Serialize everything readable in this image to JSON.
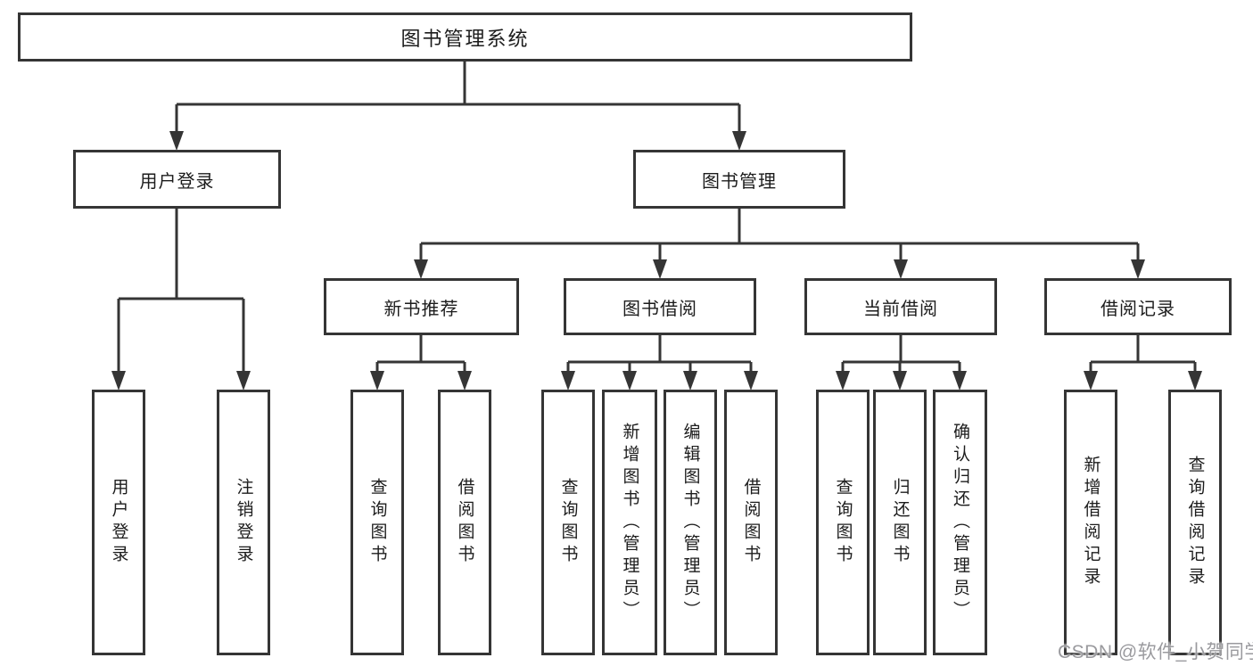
{
  "tree": {
    "label": "图书管理系统",
    "children": [
      {
        "label": "用户登录",
        "children": [
          {
            "label": "用户登录"
          },
          {
            "label": "注销登录"
          }
        ]
      },
      {
        "label": "图书管理",
        "children": [
          {
            "label": "新书推荐",
            "children": [
              {
                "label": "查询图书"
              },
              {
                "label": "借阅图书"
              }
            ]
          },
          {
            "label": "图书借阅",
            "children": [
              {
                "label": "查询图书"
              },
              {
                "label": "新增图书（管理员）"
              },
              {
                "label": "编辑图书（管理员）"
              },
              {
                "label": "借阅图书"
              }
            ]
          },
          {
            "label": "当前借阅",
            "children": [
              {
                "label": "查询图书"
              },
              {
                "label": "归还图书"
              },
              {
                "label": "确认归还（管理员）"
              }
            ]
          },
          {
            "label": "借阅记录",
            "children": [
              {
                "label": "新增借阅记录"
              },
              {
                "label": "查询借阅记录"
              }
            ]
          }
        ]
      }
    ]
  },
  "watermark": {
    "text": "CSDN @软件_小贺同学"
  },
  "colors": {
    "line": "#353535",
    "text": "#1c1c1c",
    "watermark": "#9a9a9e",
    "background": "#ffffff"
  }
}
